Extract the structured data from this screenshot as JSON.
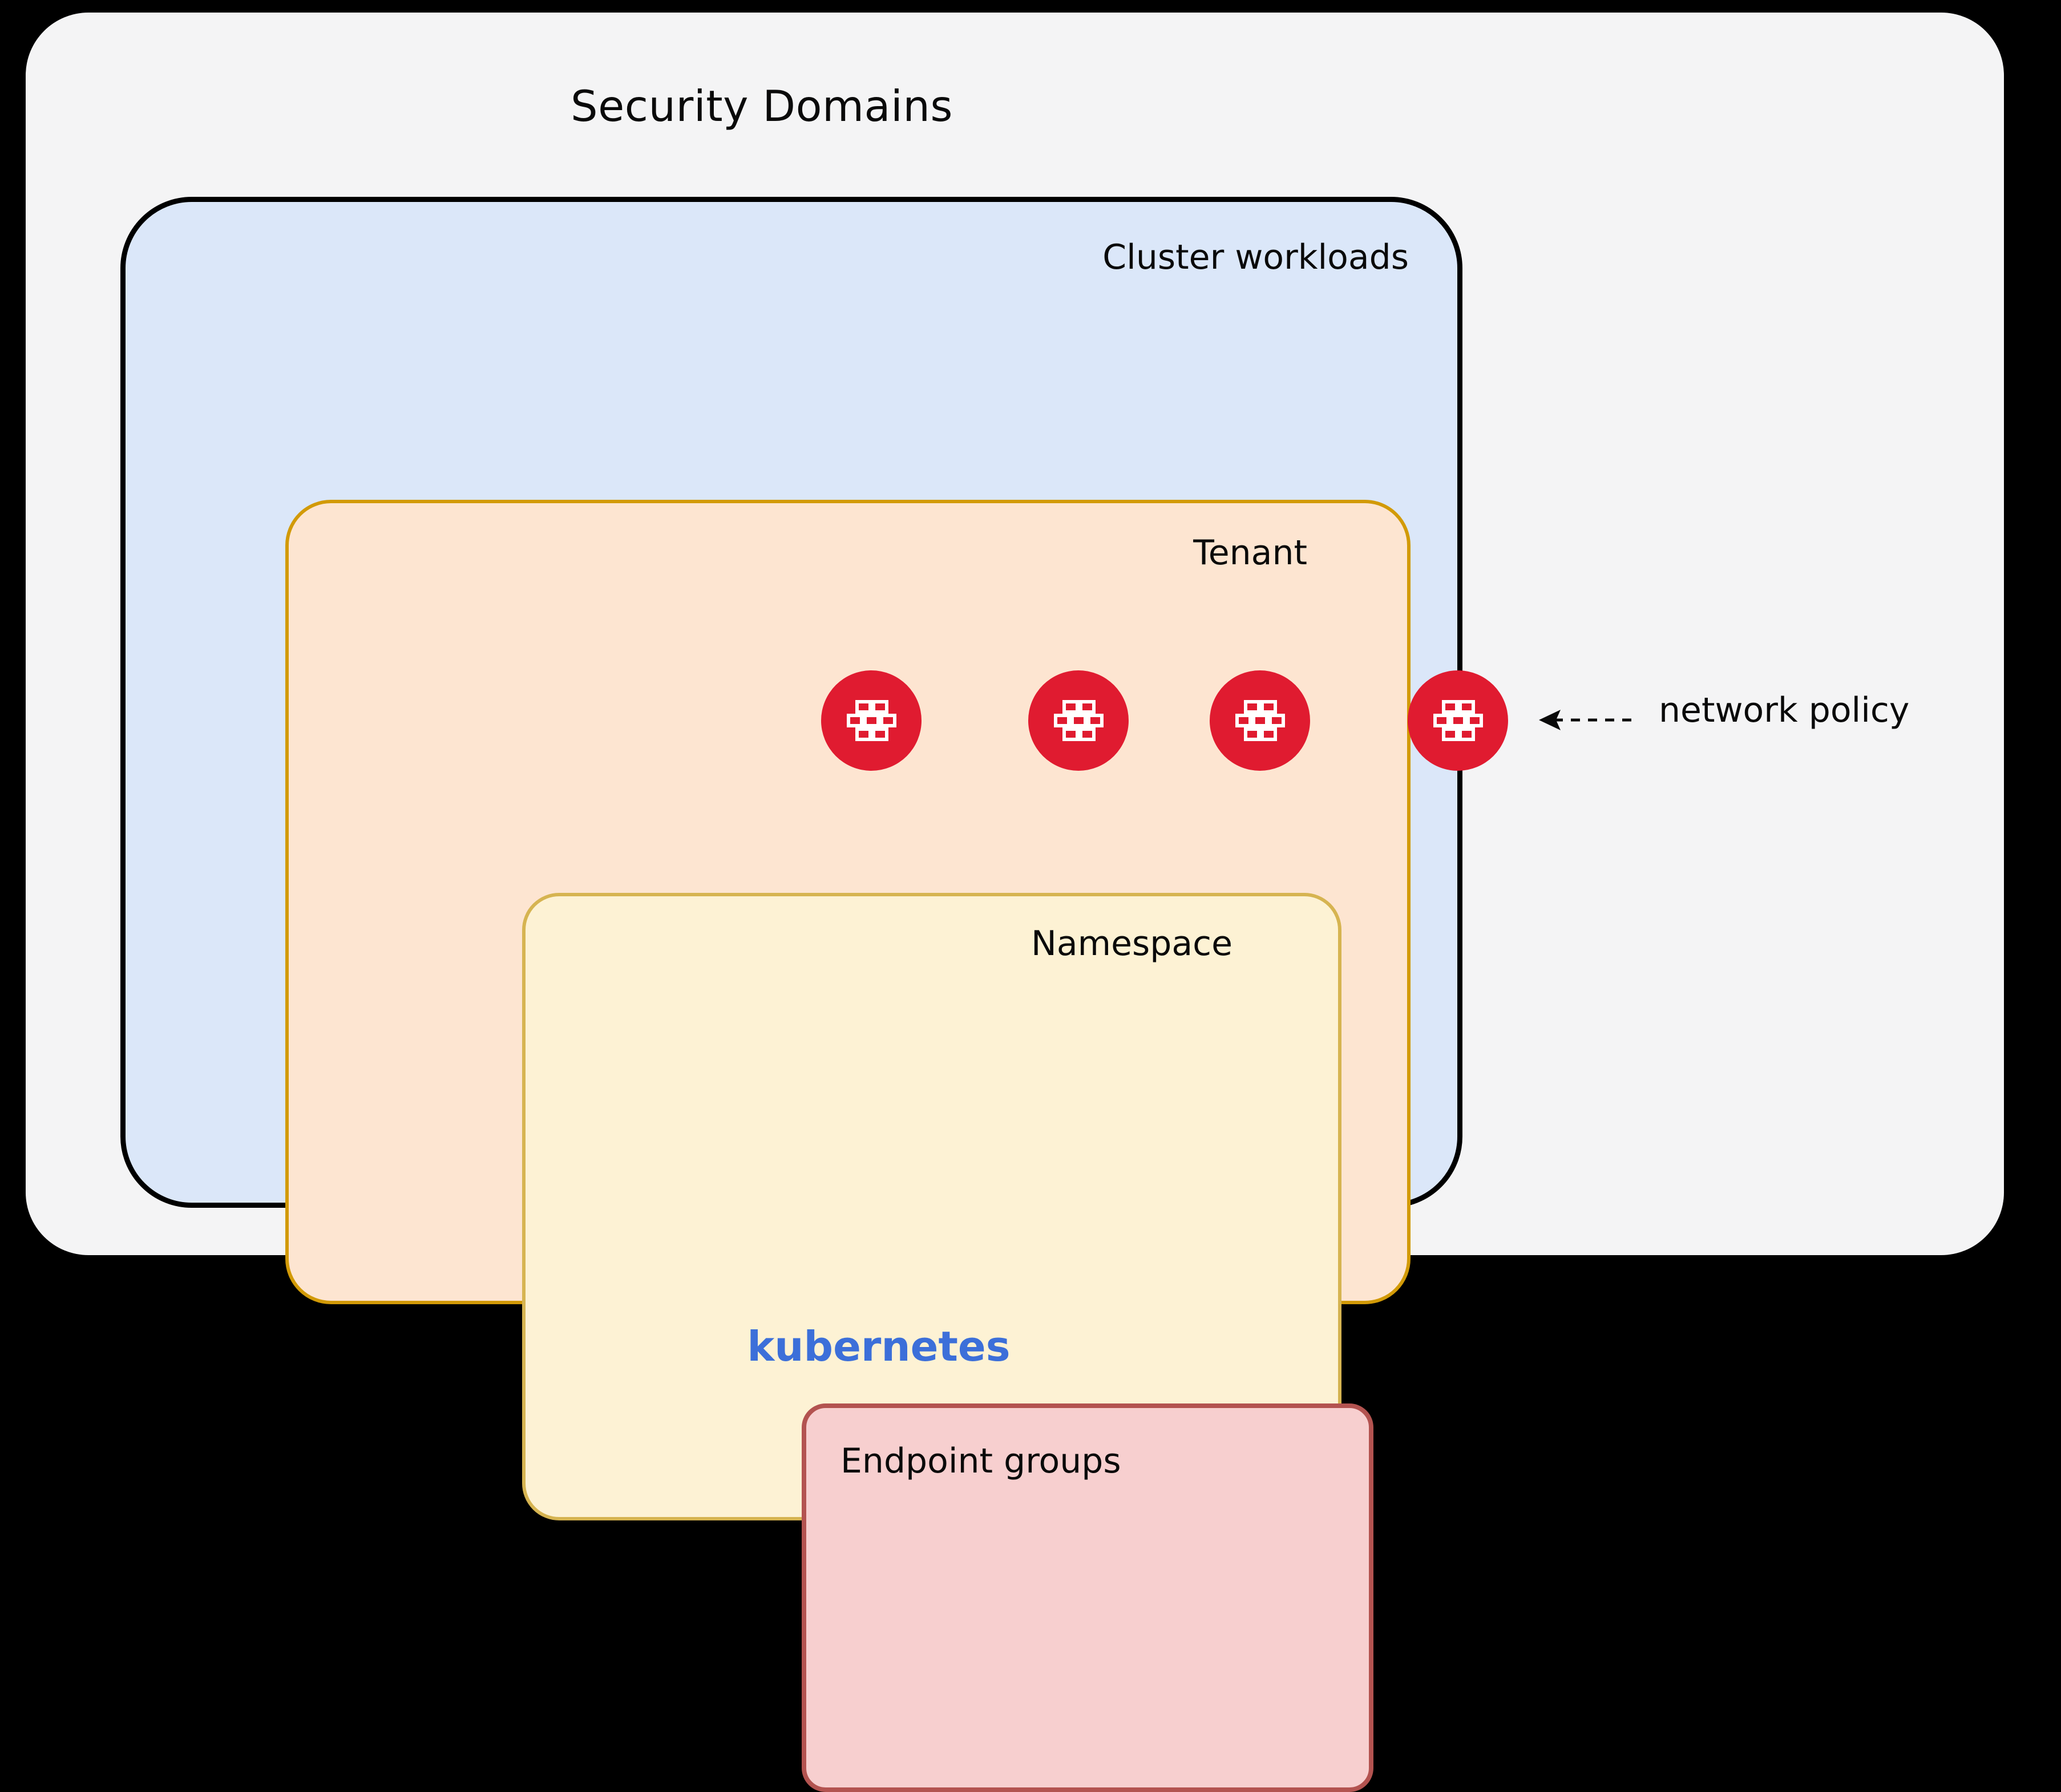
{
  "diagram": {
    "title": "Security Domains",
    "background_color": "#000000",
    "card_color": "#f4f4f5",
    "boxes": [
      {
        "id": "cluster",
        "label": "Cluster workloads",
        "fill": "#dbe7f9",
        "border": "#000000"
      },
      {
        "id": "tenant",
        "label": "Tenant",
        "fill": "#fde5d1",
        "border": "#d29a07"
      },
      {
        "id": "namespace",
        "label": "Namespace",
        "fill": "#fdf2d4",
        "border": "#d6b451"
      },
      {
        "id": "endpoint",
        "label": "Endpoint groups",
        "fill": "#f7cfcf",
        "border": "#b35350"
      }
    ],
    "firewalls": [
      {
        "id": "fw-0",
        "icon": "firewall-icon",
        "boundary": "endpoint"
      },
      {
        "id": "fw-1",
        "icon": "firewall-icon",
        "boundary": "namespace"
      },
      {
        "id": "fw-2",
        "icon": "firewall-icon",
        "boundary": "tenant"
      },
      {
        "id": "fw-3",
        "icon": "firewall-icon",
        "boundary": "cluster"
      }
    ],
    "firewall_color": "#e01b30",
    "annotation": {
      "label": "network policy",
      "arrow": "dashed-left-arrow"
    },
    "footer": {
      "wordmark": "kubernetes",
      "color": "#3c6fd9"
    }
  }
}
